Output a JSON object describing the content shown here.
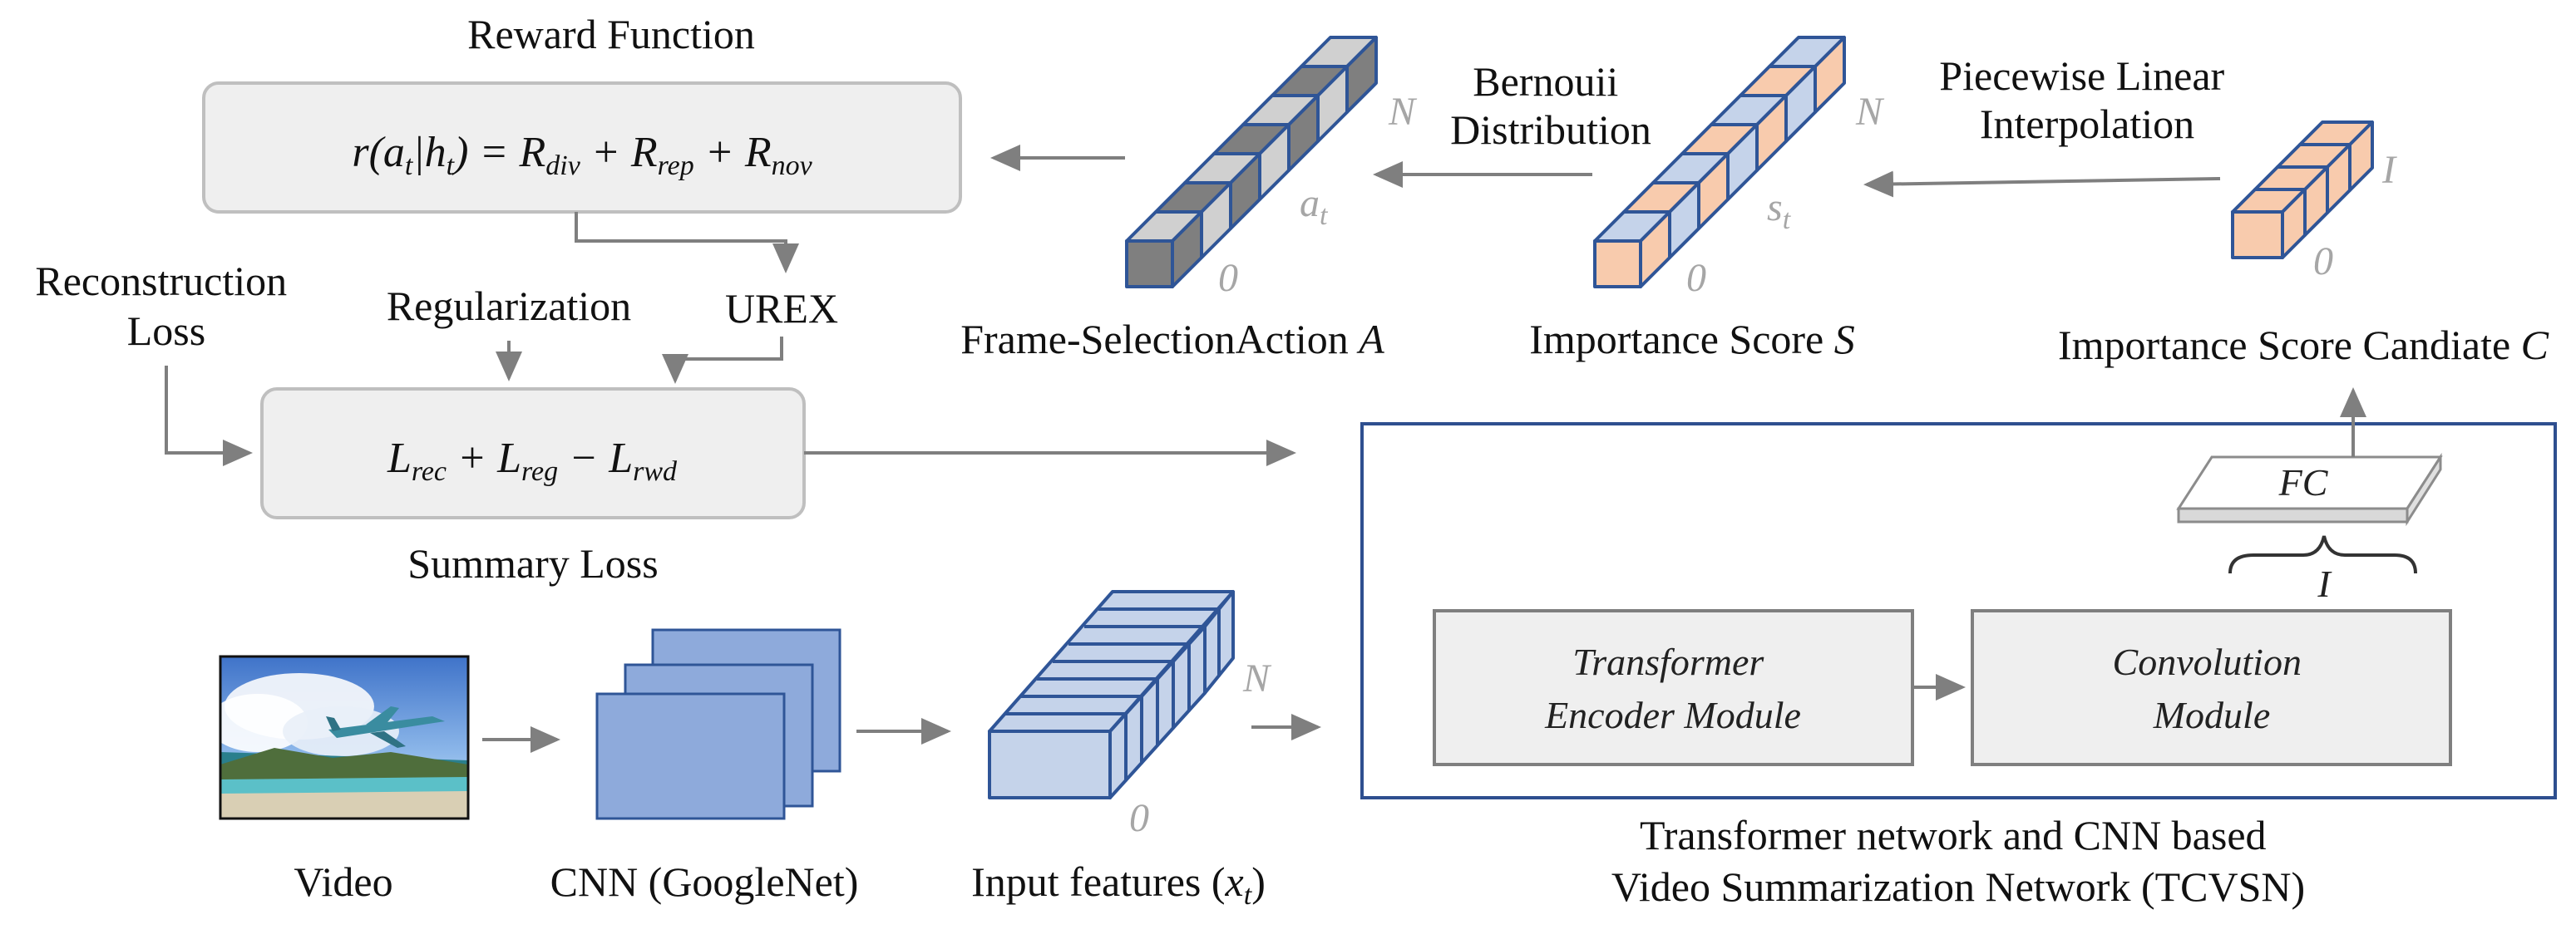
{
  "reward": {
    "title": "Reward Function",
    "formula_lhs": "r",
    "formula_args": "(a",
    "formula_sub_a": "t",
    "formula_bar": "|h",
    "formula_sub_h": "t",
    "formula_close": ") = R",
    "r_div": "div",
    "plus1": " + R",
    "r_rep": "rep",
    "plus2": " + R",
    "r_nov": "nov"
  },
  "loss": {
    "reconstruction": "Reconstruction",
    "reconstruction_2": "Loss",
    "regularization": "Regularization",
    "urex": "UREX",
    "L1": "L",
    "rec": "rec",
    "plus": " + L",
    "reg": "reg",
    "minus": " − L",
    "rwd": "rwd",
    "summary": "Summary Loss"
  },
  "top": {
    "bernoulli_1": "Bernouii",
    "bernoulli_2": "Distribution",
    "piecewise_1": "Piecewise Linear",
    "piecewise_2": "Interpolation",
    "frame_selection": "Frame-SelectionAction ",
    "frame_selection_sym": "A",
    "importance": "Importance Score ",
    "importance_sym": "S",
    "candidate": "Importance Score Candiate ",
    "candidate_sym": "C",
    "idx_N": "N",
    "idx_0": "0",
    "idx_I": "I",
    "a_t": "a",
    "a_t_sub": "t",
    "s_t": "s",
    "s_t_sub": "t"
  },
  "bottom": {
    "video": "Video",
    "cnn": "CNN (GoogleNet)",
    "input_features": "Input features (",
    "x_t": "x",
    "x_t_sub": "t",
    "close_paren": ")",
    "idx_N": "N",
    "idx_0": "0"
  },
  "tcvsn": {
    "fc": "FC",
    "brace_label": "I",
    "transformer_1": "Transformer",
    "transformer_2": "Encoder Module",
    "convolution_1": "Convolution",
    "convolution_2": "Module",
    "caption_1": "Transformer network and CNN based",
    "caption_2": "Video Summarization Network (TCVSN)"
  },
  "colors": {
    "box_fill": "#efefef",
    "box_stroke": "#bfbfbf",
    "module_stroke": "#2e4f8f",
    "cube_stroke": "#2f5597",
    "orange": "#f8cbad",
    "light_blue": "#c5d3ea",
    "cnn_blue": "#8eaadb",
    "gray_dark": "#7f7f7f",
    "gray_light": "#d0d0d0"
  }
}
